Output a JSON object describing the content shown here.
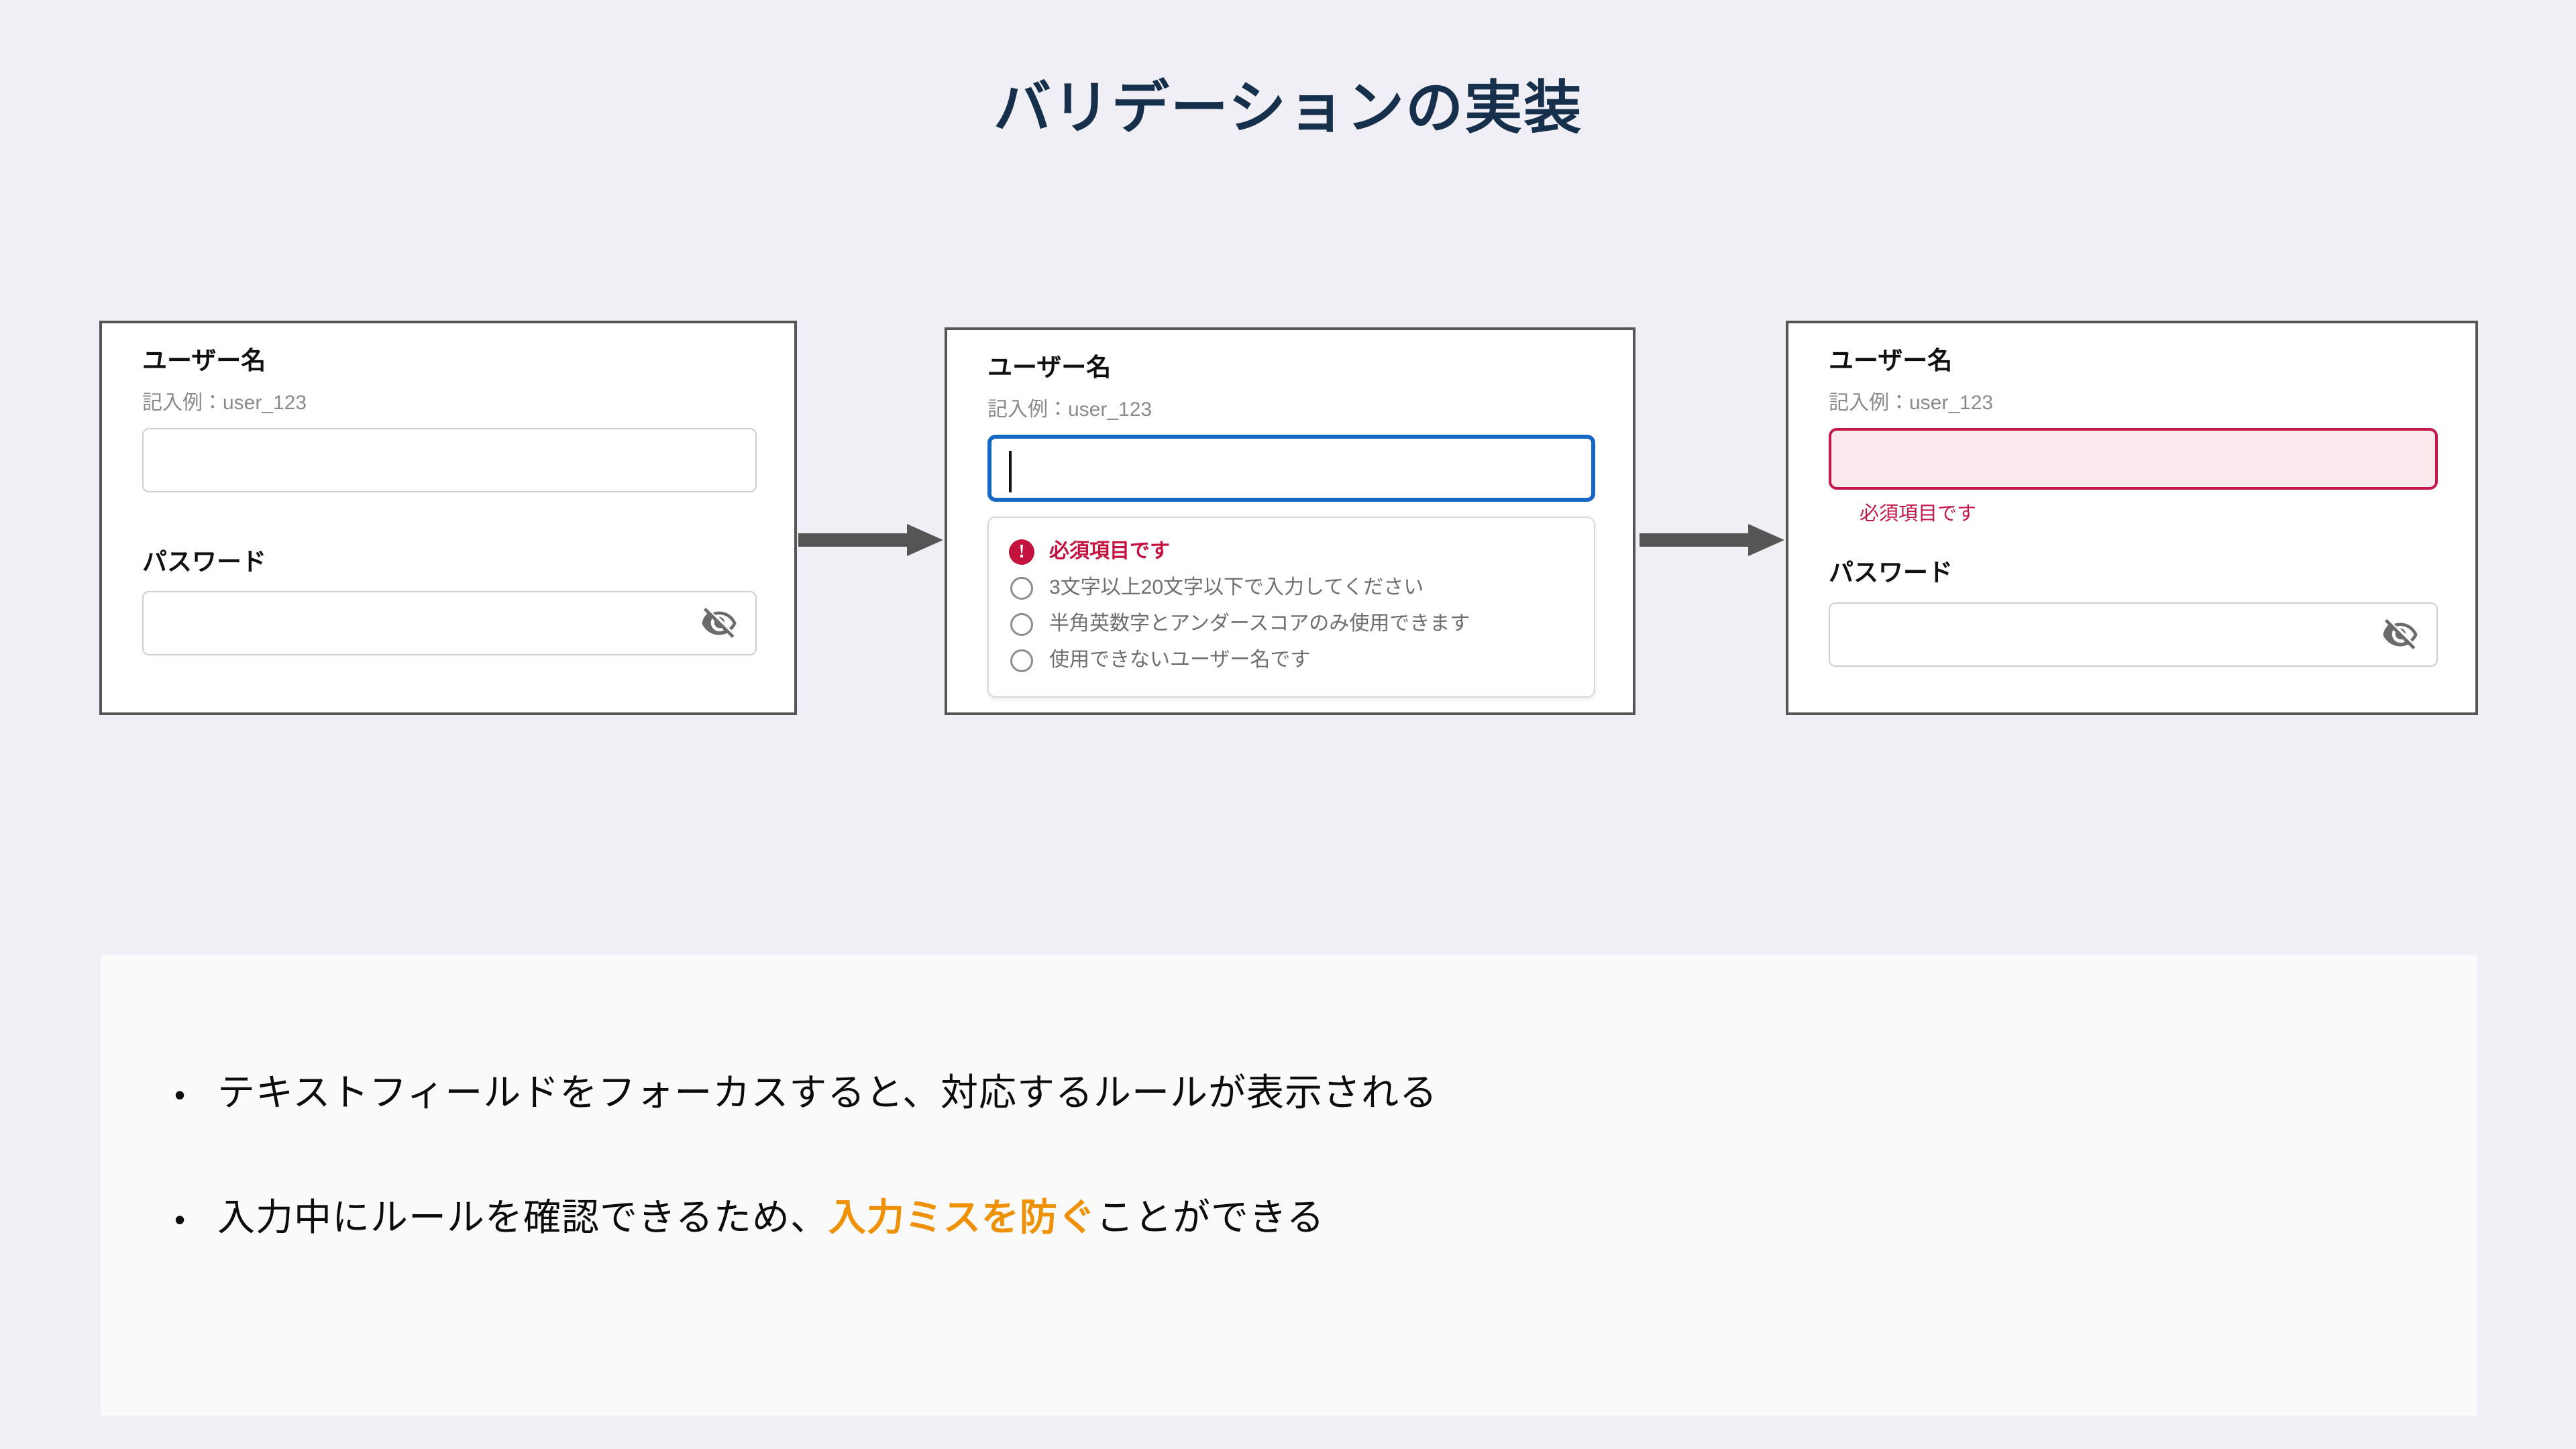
{
  "slide": {
    "title": "バリデーションの実装",
    "colors": {
      "background": "#f0eff5",
      "title": "#16304b",
      "card_border": "#555555",
      "focus_blue": "#1668c5",
      "error_red": "#c4184b",
      "error_fill": "#fce9ee",
      "rule_gray": "#6f6f6f",
      "accent_orange": "#ee9106",
      "panel": "#fafafa"
    }
  },
  "cards": [
    {
      "id": "default-state",
      "username_label": "ユーザー名",
      "username_hint": "記入例：user_123",
      "username_value": "",
      "password_label": "パスワード",
      "password_value": "",
      "password_toggle_icon": "eye-off-icon"
    },
    {
      "id": "focused-state",
      "username_label": "ユーザー名",
      "username_hint": "記入例：user_123",
      "username_value": "",
      "rules": [
        {
          "text": "必須項目です",
          "state": "error",
          "icon": "error-exclamation-icon",
          "glyph": "!"
        },
        {
          "text": "3文字以上20文字以下で入力してください",
          "state": "pending",
          "icon": "circle-outline-icon"
        },
        {
          "text": "半角英数字とアンダースコアのみ使用できます",
          "state": "pending",
          "icon": "circle-outline-icon"
        },
        {
          "text": "使用できないユーザー名です",
          "state": "pending",
          "icon": "circle-outline-icon"
        }
      ]
    },
    {
      "id": "error-state",
      "username_label": "ユーザー名",
      "username_hint": "記入例：user_123",
      "username_value": "",
      "username_error": "必須項目です",
      "password_label": "パスワード",
      "password_value": "",
      "password_toggle_icon": "eye-off-icon"
    }
  ],
  "notes": [
    {
      "bullet": "•",
      "parts": [
        {
          "text": "テキストフィールドをフォーカスすると、対応するルールが表示される",
          "emphasis": false
        }
      ]
    },
    {
      "bullet": "•",
      "parts": [
        {
          "text": "入力中にルールを確認できるため、",
          "emphasis": false
        },
        {
          "text": "入力ミスを防ぐ",
          "emphasis": true
        },
        {
          "text": "ことができる",
          "emphasis": false
        }
      ]
    }
  ],
  "notes_flat": {
    "n1_bullet": "•",
    "n1_text": "テキストフィールドをフォーカスすると、対応するルールが表示される",
    "n2_bullet": "•",
    "n2_a": "入力中にルールを確認できるため、",
    "n2_b": "入力ミスを防ぐ",
    "n2_c": "ことができる"
  }
}
